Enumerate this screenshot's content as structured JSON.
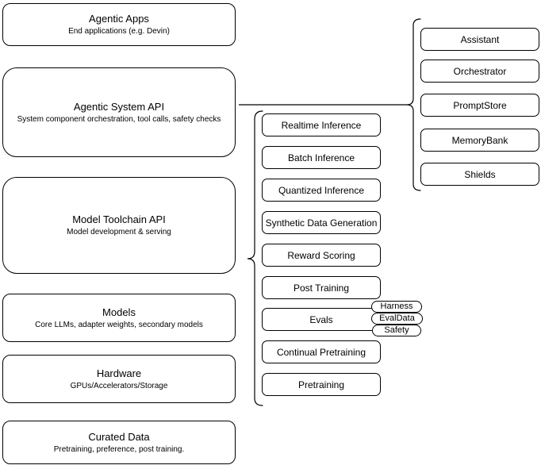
{
  "colors": {
    "stroke": "#000000",
    "text": "#000000",
    "node_fill": "#ffffff",
    "background": "#ffffff"
  },
  "stack": [
    {
      "title": "Agentic Apps",
      "subtitle": "End applications (e.g. Devin)"
    },
    {
      "title": "Agentic System API",
      "subtitle": "System component orchestration, tool calls, safety checks"
    },
    {
      "title": "Model Toolchain API",
      "subtitle": "Model development & serving"
    },
    {
      "title": "Models",
      "subtitle": "Core LLMs, adapter weights, secondary models"
    },
    {
      "title": "Hardware",
      "subtitle": "GPUs/Accelerators/Storage"
    },
    {
      "title": "Curated Data",
      "subtitle": "Pretraining, preference, post training."
    }
  ],
  "toolchain_items": [
    "Realtime Inference",
    "Batch Inference",
    "Quantized Inference",
    "Synthetic Data Generation",
    "Reward Scoring",
    "Post Training",
    "Evals",
    "Continual Pretraining",
    "Pretraining"
  ],
  "eval_tags": [
    "Harness",
    "EvalData",
    "Safety"
  ],
  "system_components": [
    "Assistant",
    "Orchestrator",
    "PromptStore",
    "MemoryBank",
    "Shields"
  ]
}
